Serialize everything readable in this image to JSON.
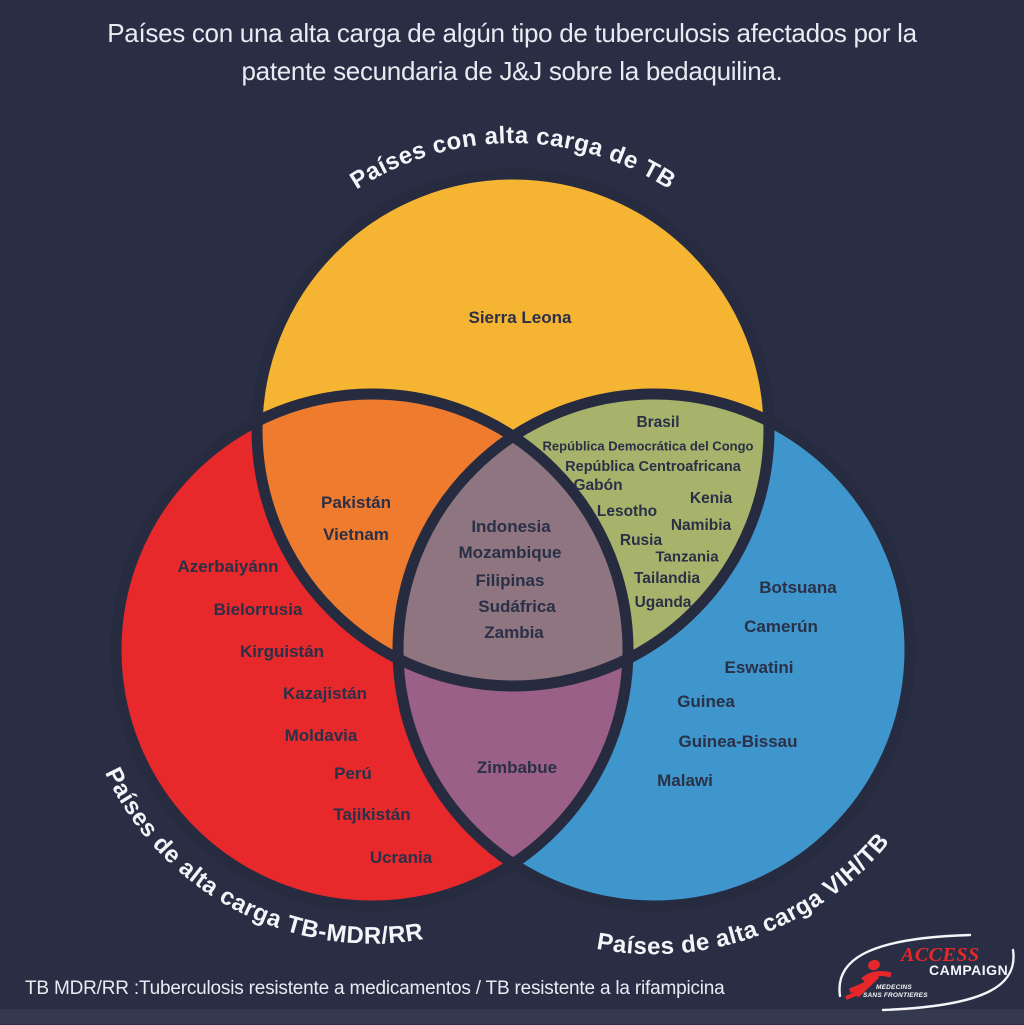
{
  "title": {
    "line1": "Países con una alta carga de algún tipo de tuberculosis afectados por la",
    "line2": "patente secundaria de J&J sobre la bedaquilina."
  },
  "colors": {
    "background": "#2A2E45",
    "footer_bar": "#343950",
    "circle_stroke": "#272B40",
    "dark_text": "#2A3047",
    "light_text": "#E9EBF2",
    "logo_red": "#E8272B"
  },
  "venn": {
    "sets": {
      "tb": {
        "label": "Países con alta carga de TB",
        "color": "#F6B433"
      },
      "mdr": {
        "label": "Países de alta carga TB-MDR/RR",
        "color": "#E8292C"
      },
      "hiv": {
        "label": "Países de alta carga VIH/TB",
        "color": "#3E96CC"
      }
    },
    "overlap_colors": {
      "tb_mdr": "#EE7B2E",
      "tb_hiv": "#A7B26A",
      "mdr_hiv": "#9A6086",
      "all": "#8E7580"
    },
    "regions": {
      "tb_only": {
        "countries": [
          "Sierra Leona"
        ]
      },
      "tb_mdr": {
        "countries": [
          "Pakistán",
          "Vietnam"
        ]
      },
      "tb_hiv": {
        "countries": [
          "Brasil",
          "República Democrática del Congo",
          "República Centroafricana",
          "Gabón",
          "Kenia",
          "Lesotho",
          "Namibia",
          "Rusia",
          "Tanzania",
          "Tailandia",
          "Uganda"
        ]
      },
      "mdr_only": {
        "countries": [
          "Azerbaiyánn",
          "Bielorrusia",
          "Kirguistán",
          "Kazajistán",
          "Moldavia",
          "Perú",
          "Tajikistán",
          "Ucrania"
        ]
      },
      "mdr_hiv": {
        "countries": [
          "Zimbabue"
        ]
      },
      "hiv_only": {
        "countries": [
          "Botsuana",
          "Camerún",
          "Eswatini",
          "Guinea",
          "Guinea-Bissau",
          "Malawi"
        ]
      },
      "all": {
        "countries": [
          "Indonesia",
          "Mozambique",
          "Filipinas",
          "Sudáfrica",
          "Zambia"
        ]
      }
    }
  },
  "footer": {
    "note": "TB MDR/RR :Tuberculosis resistente a medicamentos / TB resistente a la rifampicina"
  },
  "logo": {
    "access": "ACCESS",
    "campaign": "CAMPAIGN",
    "msf_line1": "MEDECINS",
    "msf_line2": "SANS FRONTIERES"
  }
}
